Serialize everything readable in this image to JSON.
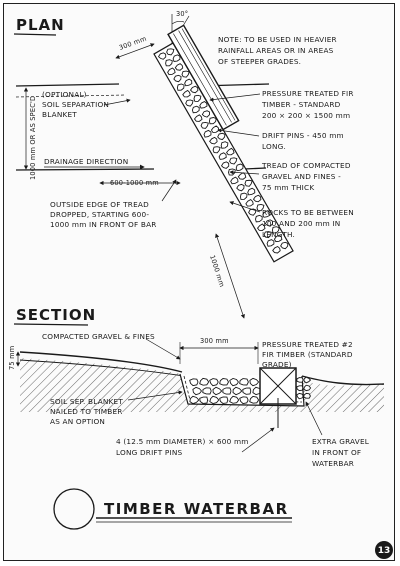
{
  "plan": {
    "heading": "PLAN",
    "angle_label": "30°",
    "note_lines": [
      "NOTE: TO BE USED IN HEAVIER",
      "RAINFALL AREAS OR IN AREAS",
      "OF STEEPER GRADES."
    ],
    "width_300": "300 mm",
    "optional_label_lines": [
      "(OPTIONAL)",
      "SOIL SEPARATION",
      "BLANKET"
    ],
    "trail_width_label": "1000 mm OR AS SPEC'D",
    "drainage_label": "DRAINAGE DIRECTION",
    "dim_600_1000": "600-1000 mm",
    "outside_edge_lines": [
      "OUTSIDE EDGE OF TREAD",
      "DROPPED, STARTING 600-",
      "1000 mm IN FRONT OF BAR"
    ],
    "pressure_treated_lines": [
      "PRESSURE TREATED FIR",
      "TIMBER - STANDARD",
      "200 × 200 × 1500 mm"
    ],
    "drift_pins_lines": [
      "DRIFT PINS - 450 mm",
      "LONG."
    ],
    "tread_lines": [
      "TREAD OF COMPACTED",
      "GRAVEL AND FINES -",
      "75 mm THICK"
    ],
    "rocks_lines": [
      "ROCKS TO BE BETWEEN",
      "100 AND 200 mm IN",
      "LENGTH."
    ],
    "dim_1000": "1000 mm"
  },
  "section": {
    "heading": "SECTION",
    "compacted_label": "COMPACTED GRAVEL & FINES",
    "dim_300": "300 mm",
    "dim_75": "75 mm",
    "pressure_treated_lines": [
      "PRESSURE TREATED #2",
      "FIR TIMBER (STANDARD",
      "GRADE)"
    ],
    "soil_blanket_lines": [
      "SOIL SEP. BLANKET",
      "NAILED TO TIMBER",
      "AS AN OPTION"
    ],
    "pins_lines": [
      "4 (12.5 mm DIAMETER) × 600 mm",
      "LONG DRIFT PINS"
    ],
    "extra_gravel_lines": [
      "EXTRA GRAVEL",
      "IN FRONT OF",
      "WATERBAR"
    ]
  },
  "footer": {
    "title": "TIMBER WATERBAR",
    "page_number": "13"
  }
}
